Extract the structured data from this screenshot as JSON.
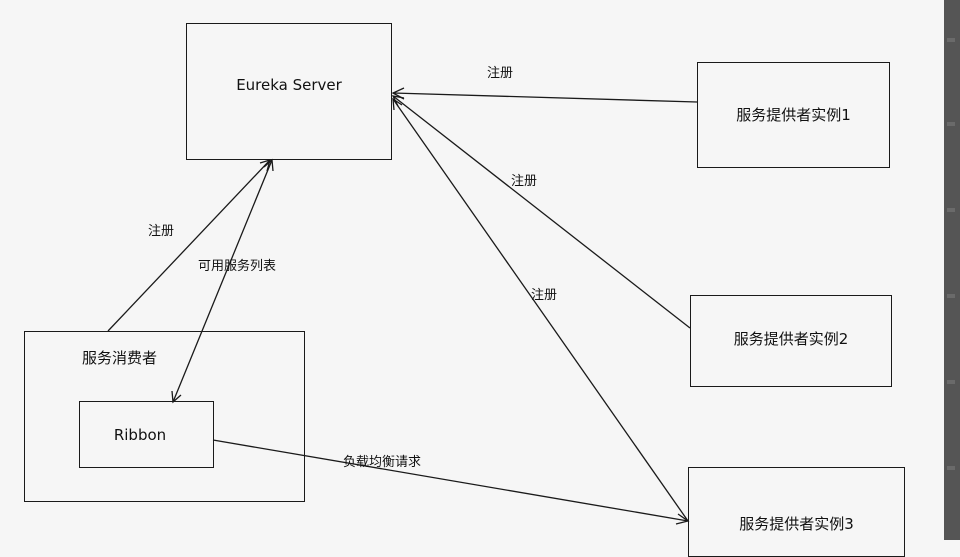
{
  "nodes": {
    "eureka_server": "Eureka Server",
    "provider_1": "服务提供者实例1",
    "provider_2": "服务提供者实例2",
    "provider_3": "服务提供者实例3",
    "consumer": "服务消费者",
    "ribbon": "Ribbon"
  },
  "edges": {
    "register_1": "注册",
    "register_2": "注册",
    "register_3": "注册",
    "register_consumer": "注册",
    "service_list": "可用服务列表",
    "load_balance": "负载均衡请求"
  },
  "colors": {
    "background": "#f6f6f6",
    "line": "#1a1a1a",
    "sidebar": "#555555"
  }
}
